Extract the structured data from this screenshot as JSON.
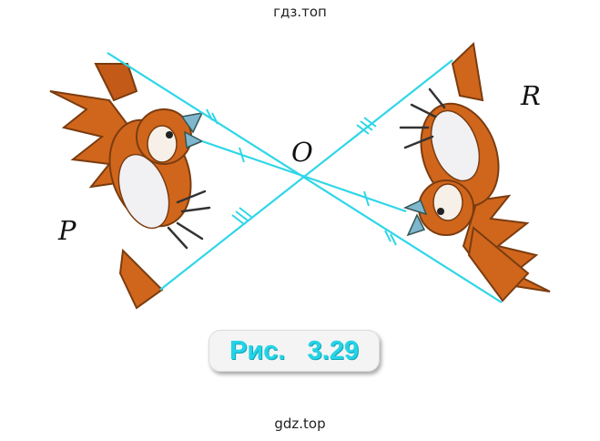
{
  "watermark_top": "гдз.топ",
  "watermark_bottom": "gdz.top",
  "labels": {
    "p": "P",
    "o": "O",
    "r": "R"
  },
  "caption": "Рис.   3.29",
  "colors": {
    "segment_line": "#2fd6e8",
    "bird_orange": "#d0661c",
    "bird_dark": "#7a3c10",
    "bird_belly": "#f1f1f4",
    "beak": "#7fb7ce",
    "caption_text": "#25d3e6"
  },
  "icons": [
    "bird-p-icon",
    "bird-r-icon"
  ]
}
